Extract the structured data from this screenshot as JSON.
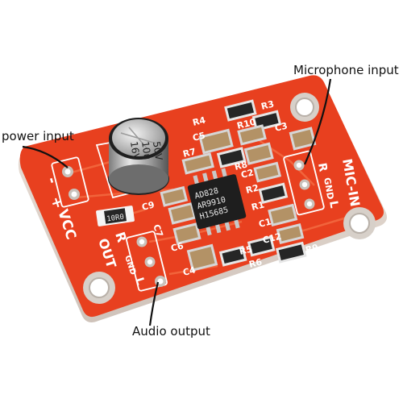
{
  "callouts": {
    "microphone": "Microphone input",
    "power": "power input",
    "audio": "Audio output"
  },
  "board": {
    "color": "#e8401f",
    "left_header": {
      "minus": "-",
      "plus": "+",
      "vcc": "VCC"
    },
    "output_header": {
      "r": "R",
      "out": "OUT",
      "gnd": "GND",
      "l": "L"
    },
    "mic_header": {
      "r": "R",
      "gnd": "GND",
      "l": "L",
      "mic_in": "MIC-IN"
    },
    "chip": {
      "line1": "AD828",
      "line2": "AR9910",
      "line3": "H15685"
    },
    "capacitor": {
      "line1": "50V",
      "line2": "10u",
      "line3": "16V"
    },
    "resistor_text": "10R0",
    "refs": {
      "r4": "R4",
      "r3": "R3",
      "r10": "R10",
      "c5": "C5",
      "c3": "C3",
      "r7": "R7",
      "c2": "C2",
      "r2": "R2",
      "r1": "R1",
      "c9": "C9",
      "c7": "C7",
      "c6": "C6",
      "c4": "C4",
      "r5": "R5",
      "r6": "R6",
      "c1": "C1",
      "c12": "C12",
      "r9": "R9",
      "r8": "R8"
    }
  }
}
